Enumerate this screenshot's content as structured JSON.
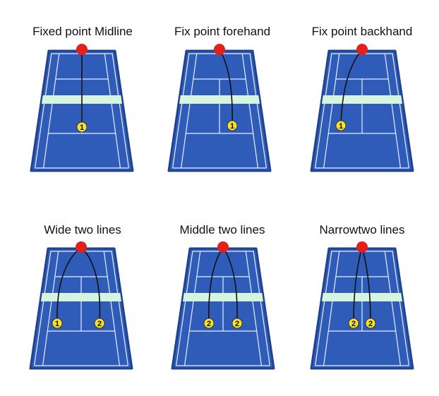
{
  "colors": {
    "court": "#2f5cb8",
    "court_border": "#1f4392",
    "lines": "#e6eefc",
    "net_band": "#d6f5de",
    "origin_ball": "#e3201c",
    "target_ball": "#f6e22c",
    "trajectory": "#111111"
  },
  "panels": [
    {
      "title": "Fixed point Midline",
      "targets": [
        "1"
      ]
    },
    {
      "title": "Fix point forehand",
      "targets": [
        "1"
      ]
    },
    {
      "title": "Fix point backhand",
      "targets": [
        "1"
      ]
    },
    {
      "title": "Wide two lines",
      "targets": [
        "1",
        "2"
      ]
    },
    {
      "title": "Middle two lines",
      "targets": [
        "2",
        "2"
      ]
    },
    {
      "title": "Narrowtwo lines",
      "targets": [
        "2",
        "2"
      ]
    }
  ]
}
